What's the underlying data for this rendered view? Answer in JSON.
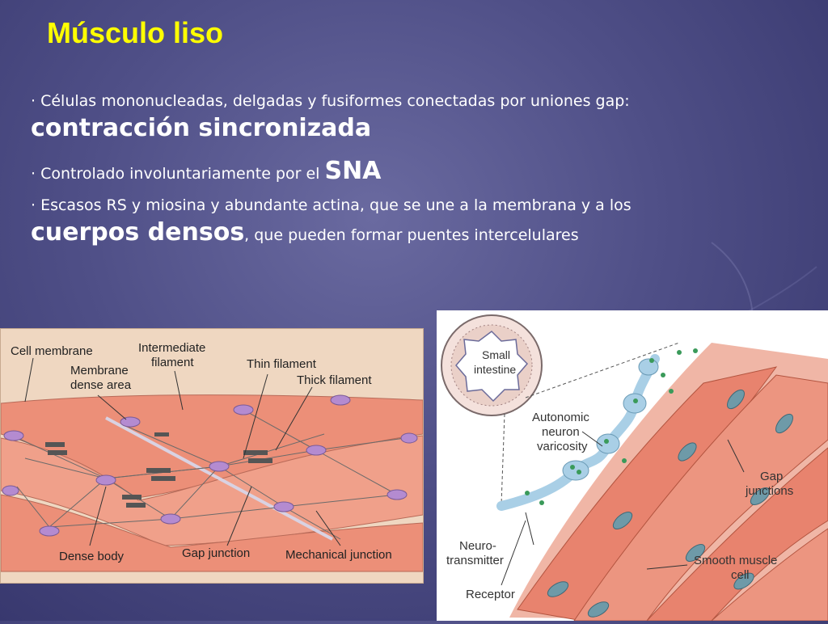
{
  "slide": {
    "title": "Músculo liso",
    "bullet1": {
      "text": "· Células mononucleadas, delgadas y fusiformes conectadas por uniones gap:",
      "emphasis": "contracción sincronizada"
    },
    "bullet2": {
      "text": "· Controlado involuntariamente por el ",
      "emphasis": "SNA"
    },
    "bullet3": {
      "text": "· Escasos RS y miosina y abundante actina, que se une a la membrana y a los",
      "emphasis": "cuerpos densos",
      "tail": ", que pueden formar puentes intercelulares"
    }
  },
  "diagram_left": {
    "labels": {
      "cell_membrane": "Cell membrane",
      "intermediate_1": "Intermediate",
      "intermediate_2": "filament",
      "membrane_dense_1": "Membrane",
      "membrane_dense_2": "dense area",
      "thin_filament": "Thin filament",
      "thick_filament": "Thick filament",
      "dense_body": "Dense body",
      "gap_junction": "Gap junction",
      "mechanical_junction": "Mechanical junction"
    }
  },
  "diagram_right": {
    "labels": {
      "small_intestine_1": "Small",
      "small_intestine_2": "intestine",
      "autonomic_1": "Autonomic",
      "autonomic_2": "neuron",
      "autonomic_3": "varicosity",
      "gap_1": "Gap",
      "gap_2": "junctions",
      "neuro_1": "Neuro-",
      "neuro_2": "transmitter",
      "receptor": "Receptor",
      "smooth_1": "Smooth muscle",
      "smooth_2": "cell"
    }
  },
  "colors": {
    "background": "#4f4f87",
    "title": "#ffff00",
    "text": "#ffffff",
    "muscle": "#e8836e",
    "dense_body": "#b48bd0",
    "nerve": "#a9cfe6"
  }
}
